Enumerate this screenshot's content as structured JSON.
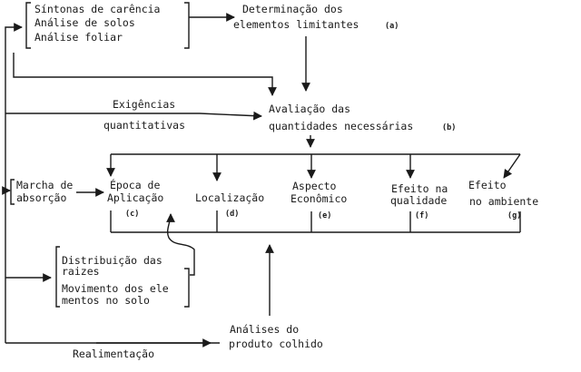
{
  "diagnosis": {
    "line1": "Síntonas de carência",
    "line2": "Análise de solos",
    "line3": "Análise foliar"
  },
  "determination": {
    "line1": "Determinação dos",
    "line2": "elementos limitantes",
    "tag": "(a)"
  },
  "requirements": {
    "line1": "Exigências",
    "line2": "quantitativas"
  },
  "evaluation": {
    "line1": "Avaliação das",
    "line2": "quantidades necessárias",
    "tag": "(b)"
  },
  "absorption": {
    "line1": "Marcha de",
    "line2": "absorção"
  },
  "factors": [
    {
      "line1": "Época de",
      "line2": "Aplicação",
      "tag": "(c)"
    },
    {
      "line1": "Localização",
      "tag": "(d)"
    },
    {
      "line1": "Aspecto",
      "line2": "Econômico",
      "tag": "(e)"
    },
    {
      "line1": "Efeito na",
      "line2": "qualidade",
      "tag": "(f)"
    },
    {
      "line1": "Efeito",
      "line2": "no ambiente",
      "tag": "(g)"
    }
  ],
  "roots": {
    "line1": "Distribuição das",
    "line2": "raizes",
    "line3": "Movimento dos ele",
    "line4": "mentos no solo"
  },
  "harvest": {
    "line1": "Análises do",
    "line2": "produto colhido"
  },
  "feedback": {
    "label": "Realimentação"
  }
}
